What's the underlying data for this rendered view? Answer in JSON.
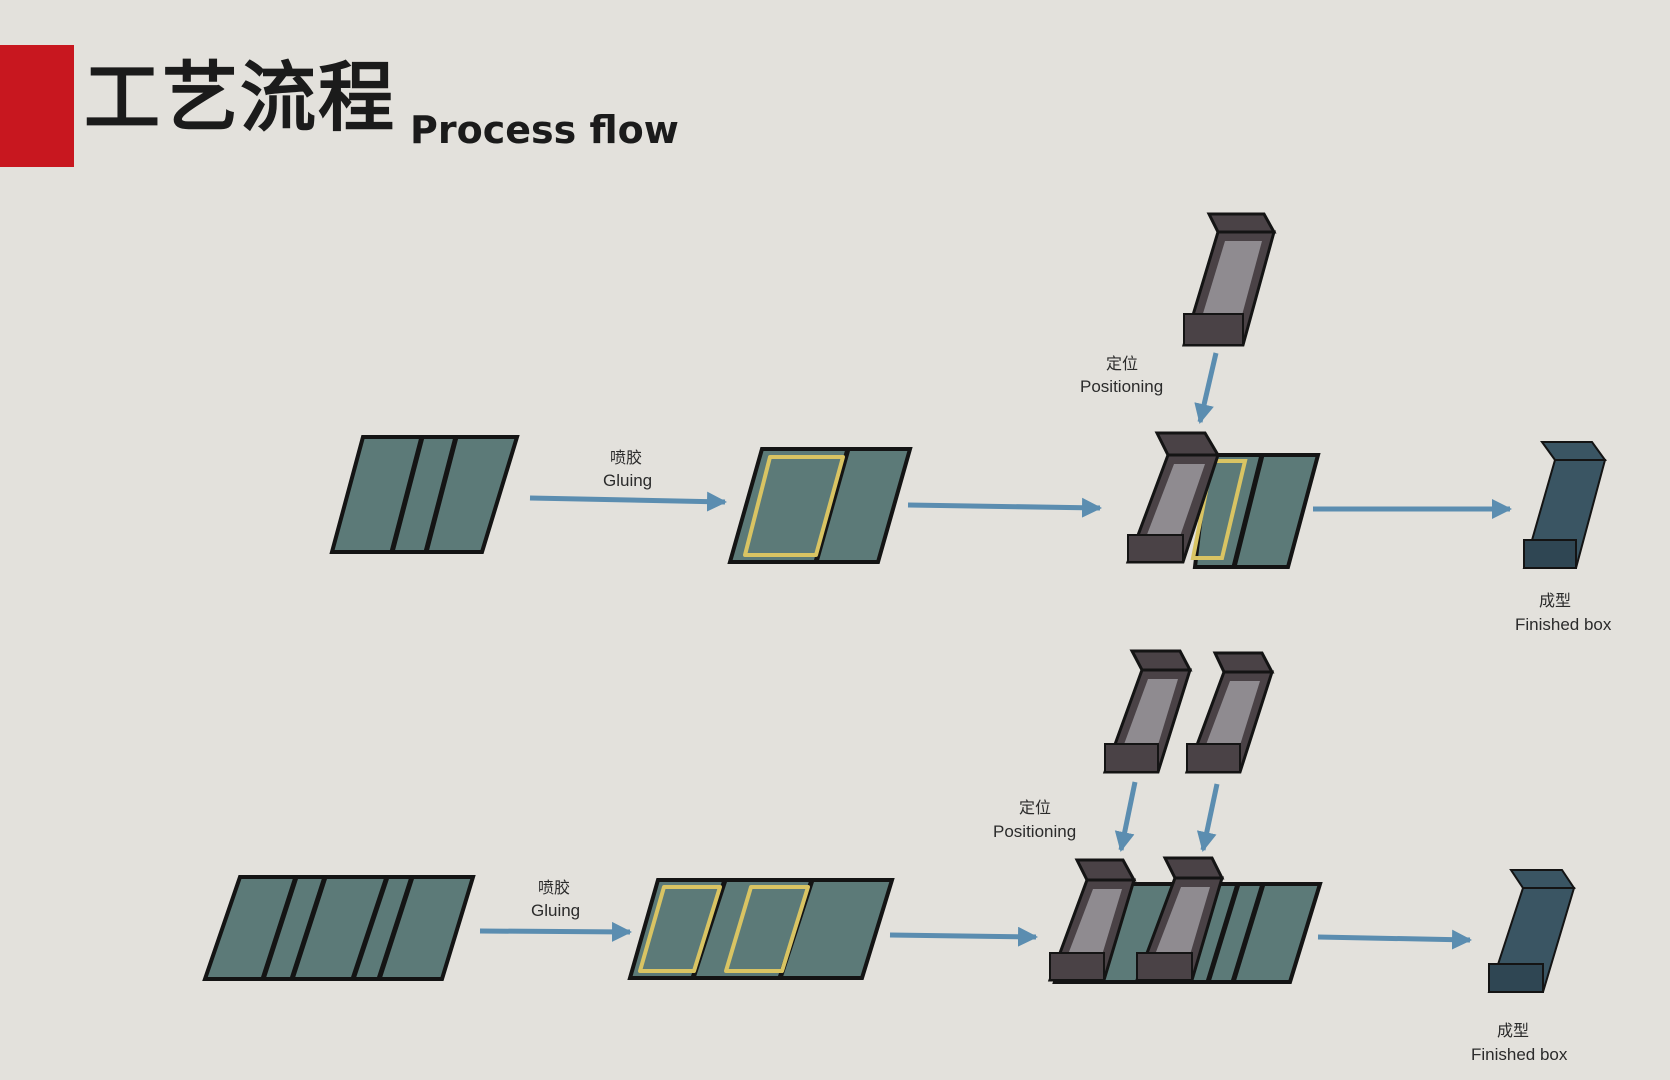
{
  "header": {
    "title_cn": "工艺流程",
    "title_en": "Process flow"
  },
  "colors": {
    "background": "#e3e1dc",
    "accent": "#c8171f",
    "board": "#5c7a78",
    "glue": "#d9c463",
    "box": "#4a4246",
    "box_inner": "#8f8b90",
    "finished_box": "#3a5563",
    "arrow": "#5b8db0"
  },
  "flow_rows": [
    {
      "gluing_label_cn": "喷胶",
      "gluing_label_en": "Gluing",
      "positioning_label_cn": "定位",
      "positioning_label_en": "Positioning",
      "finished_label_cn": "成型",
      "finished_label_en": "Finished box",
      "box_count": 1
    },
    {
      "gluing_label_cn": "喷胶",
      "gluing_label_en": "Gluing",
      "positioning_label_cn": "定位",
      "positioning_label_en": "Positioning",
      "finished_label_cn": "成型",
      "finished_label_en": "Finished box",
      "box_count": 2
    }
  ]
}
